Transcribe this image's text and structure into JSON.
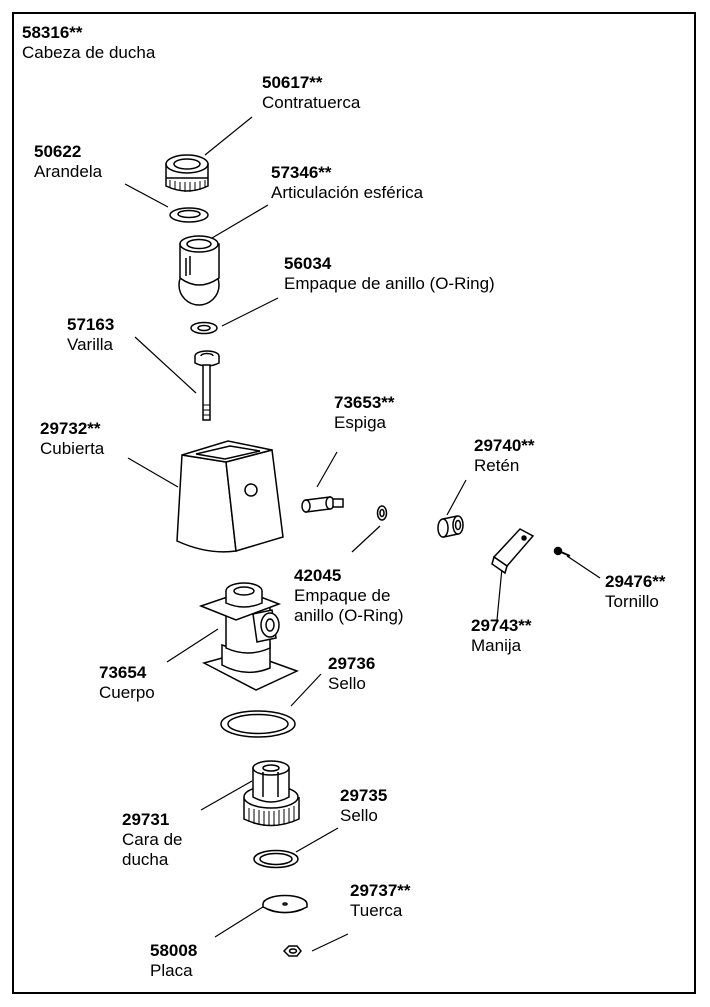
{
  "parts": [
    {
      "id": "58316",
      "number": "58316**",
      "name": "Cabeza de ducha"
    },
    {
      "id": "50617",
      "number": "50617**",
      "name": "Contratuerca"
    },
    {
      "id": "50622",
      "number": "50622",
      "name": "Arandela"
    },
    {
      "id": "57346",
      "number": "57346**",
      "name": "Articulación esférica"
    },
    {
      "id": "56034",
      "number": "56034",
      "name": "Empaque de anillo (O-Ring)"
    },
    {
      "id": "57163",
      "number": "57163",
      "name": "Varilla"
    },
    {
      "id": "29732",
      "number": "29732**",
      "name": "Cubierta"
    },
    {
      "id": "73653",
      "number": "73653**",
      "name": "Espiga"
    },
    {
      "id": "29740",
      "number": "29740**",
      "name": "Retén"
    },
    {
      "id": "42045",
      "number": "42045",
      "name": "Empaque de\nanillo (O-Ring)"
    },
    {
      "id": "29476",
      "number": "29476**",
      "name": "Tornillo"
    },
    {
      "id": "29743",
      "number": "29743**",
      "name": "Manija"
    },
    {
      "id": "73654",
      "number": "73654",
      "name": "Cuerpo"
    },
    {
      "id": "29736",
      "number": "29736",
      "name": "Sello"
    },
    {
      "id": "29731",
      "number": "29731",
      "name": "Cara de\nducha"
    },
    {
      "id": "29735",
      "number": "29735",
      "name": "Sello"
    },
    {
      "id": "29737",
      "number": "29737**",
      "name": "Tuerca"
    },
    {
      "id": "58008",
      "number": "58008",
      "name": "Placa"
    }
  ]
}
